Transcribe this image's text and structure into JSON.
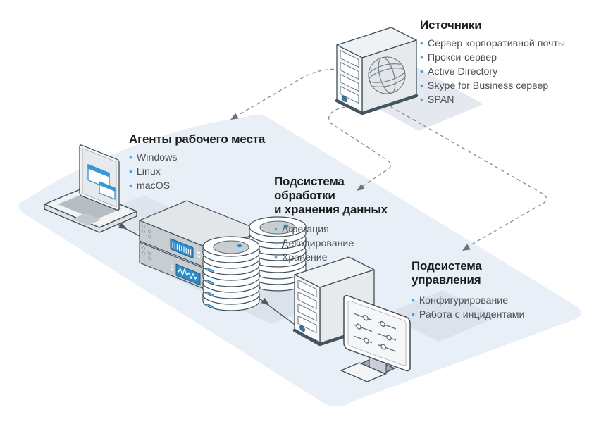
{
  "meta": {
    "kind": "isometric-architecture-diagram",
    "language": "ru"
  },
  "ui": {
    "bullet_char": "•"
  },
  "palette": {
    "background": "#ffffff",
    "plane_blue": "#e9eff7",
    "outline_dark": "#3f4e59",
    "accent_blue": "#2e8fc9",
    "bullet_blue": "#42a2dd",
    "title_text": "#1c1d1f",
    "item_text": "#4c5054",
    "dashed_line": "#828a93",
    "solid_line": "#4d5a64"
  },
  "groups": [
    {
      "id": "sources",
      "icon": "server-tower-icon",
      "title": "Источники",
      "title_lines": [
        "Источники"
      ],
      "items": [
        "Сервер корпоративной почты",
        "Прокси-сервер",
        "Active Directory",
        "Skype for Business сервер",
        "SPAN"
      ]
    },
    {
      "id": "agents",
      "icon": "laptop-icon",
      "title": "Агенты рабочего места",
      "title_lines": [
        "Агенты рабочего места"
      ],
      "items": [
        "Windows",
        "Linux",
        "macOS"
      ]
    },
    {
      "id": "processing",
      "icon": "server-rack-storage-icon",
      "title": "Подсистема обработки и хранения данных",
      "title_lines": [
        "Подсистема",
        "обработки",
        "и хранения данных"
      ],
      "items": [
        "Агрегация",
        "Декодирование",
        "Хранение"
      ]
    },
    {
      "id": "management",
      "icon": "workstation-icon",
      "title": "Подсистема управления",
      "title_lines": [
        "Подсистема",
        "управления"
      ],
      "items": [
        "Конфигурирование",
        "Работа с инцидентами"
      ]
    }
  ],
  "connections": [
    {
      "from": "sources",
      "to": "agents",
      "style": "dashed"
    },
    {
      "from": "sources",
      "to": "processing",
      "style": "dashed"
    },
    {
      "from": "sources",
      "to": "management",
      "style": "dashed"
    },
    {
      "from": "agents",
      "to": "processing",
      "style": "solid"
    },
    {
      "from": "processing",
      "to": "management",
      "style": "solid"
    }
  ]
}
